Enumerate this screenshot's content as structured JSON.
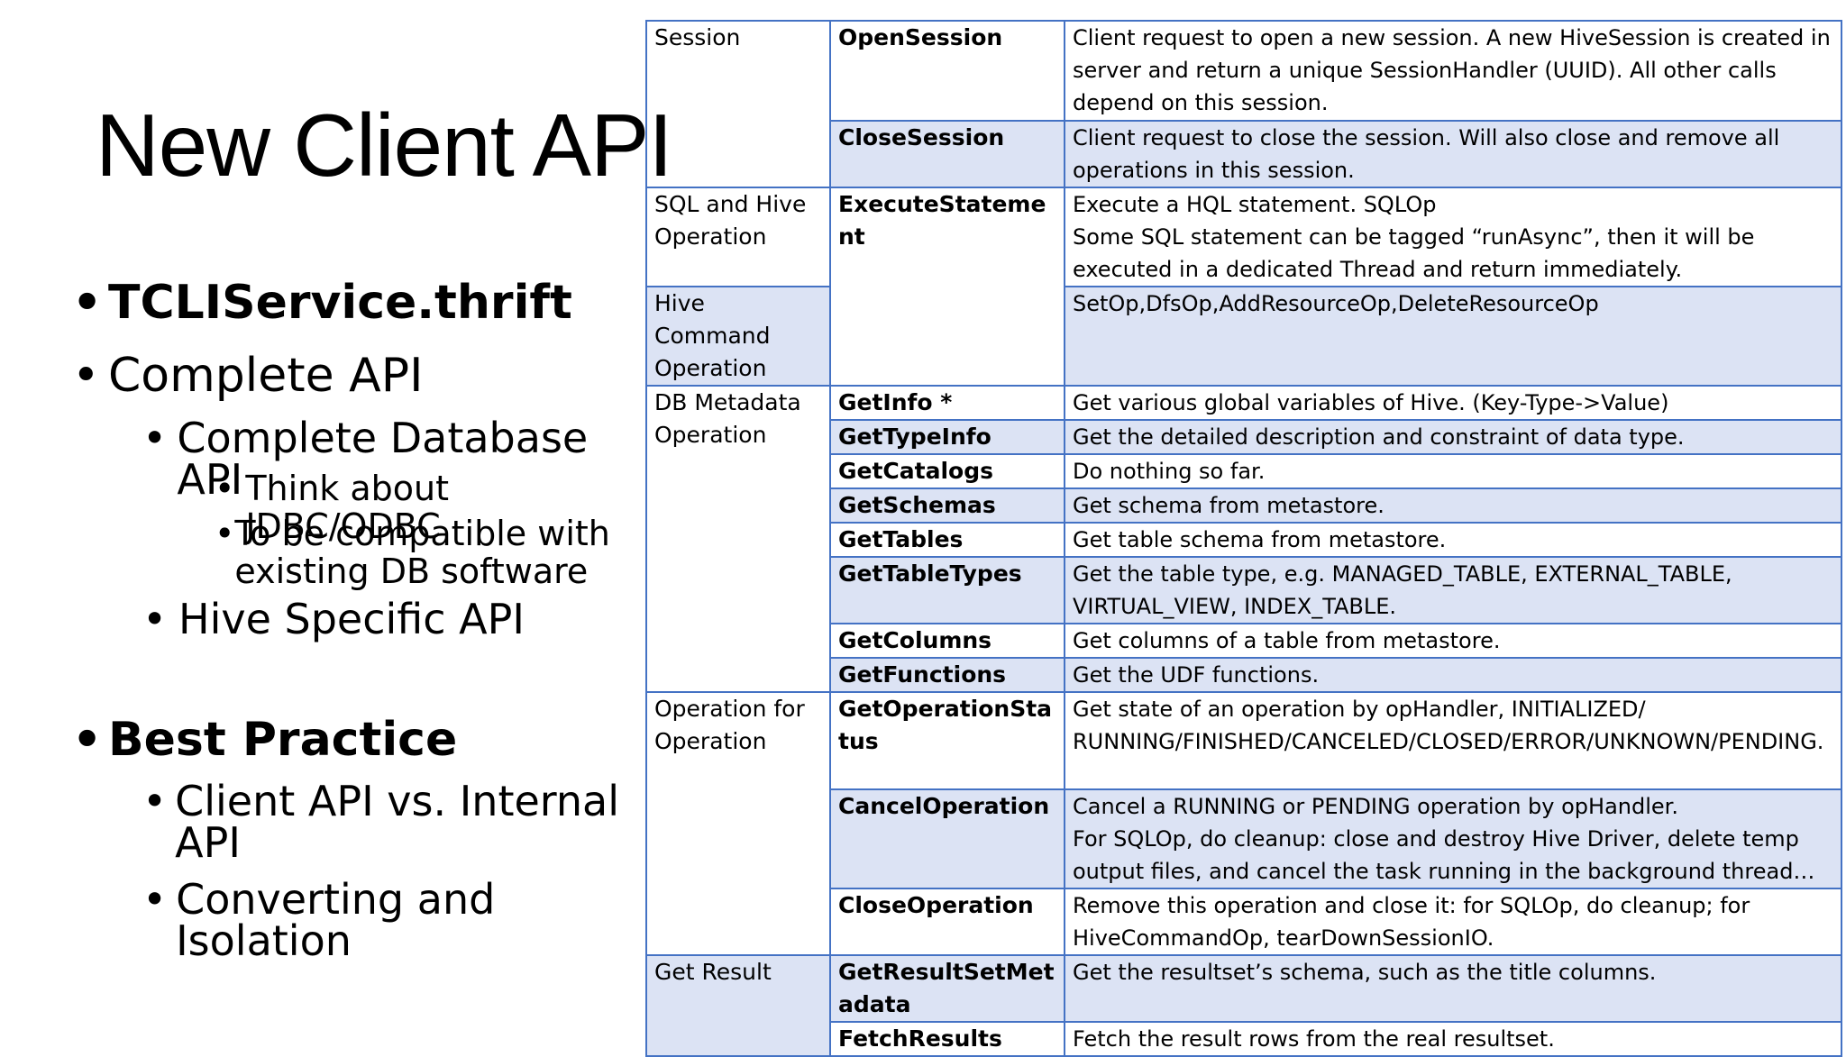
{
  "slide": {
    "title": "New Client API",
    "bullets": [
      {
        "bullet": "•",
        "text": "TCLIService.thrift"
      },
      {
        "bullet": "•",
        "text": "Complete API"
      },
      {
        "bullet": "•",
        "text": "Complete Database API"
      },
      {
        "bullet": "•",
        "text": "Think about JDBC/ODBC"
      },
      {
        "bullet": "•",
        "text": "To be compatible with existing DB software"
      },
      {
        "bullet": "•",
        "text": "Hive Specific API"
      },
      {
        "bullet": "•",
        "text": "Best Practice"
      },
      {
        "bullet": "•",
        "text": "Client API vs. Internal API"
      },
      {
        "bullet": "•",
        "text": "Converting and Isolation"
      }
    ]
  },
  "table": {
    "categories": {
      "session": "Session",
      "sql": "SQL and Hive Operation",
      "hivecmd": "Hive Command Operation",
      "metadata": "DB Metadata Operation",
      "opforop": "Operation for Operation",
      "result": "Get Result"
    },
    "rows": [
      {
        "op": "OpenSession",
        "desc": "Client request to open a new session. A new HiveSession is created in server and return a unique SessionHandler (UUID). All other calls depend on this session."
      },
      {
        "op": "CloseSession",
        "desc": "Client request to close the session. Will also close and remove all operations in this session."
      },
      {
        "op": "ExecuteStatement",
        "desc": "Execute a HQL statement. SQLOp\nSome SQL statement can be tagged “runAsync”, then it will be executed in a dedicated Thread and return immediately."
      },
      {
        "op": "",
        "desc": "SetOp,DfsOp,AddResourceOp,DeleteResourceOp"
      },
      {
        "op": "GetInfo *",
        "desc": "Get various global variables of Hive. (Key-Type->Value)"
      },
      {
        "op": "GetTypeInfo",
        "desc": "Get the detailed description and constraint of data type."
      },
      {
        "op": "GetCatalogs",
        "desc": "Do nothing so far."
      },
      {
        "op": "GetSchemas",
        "desc": "Get schema from metastore."
      },
      {
        "op": "GetTables",
        "desc": "Get table schema from metastore."
      },
      {
        "op": "GetTableTypes",
        "desc": "Get the table type, e.g. MANAGED_TABLE, EXTERNAL_TABLE, VIRTUAL_VIEW, INDEX_TABLE."
      },
      {
        "op": "GetColumns",
        "desc": "Get columns of a table from metastore."
      },
      {
        "op": "GetFunctions",
        "desc": "Get the UDF functions."
      },
      {
        "op": "GetOperationStatus",
        "desc": "Get state of an operation by opHandler, INITIALIZED/ RUNNING/FINISHED/CANCELED/CLOSED/ERROR/UNKNOWN/PENDING."
      },
      {
        "op": "CancelOperation",
        "desc": "Cancel a RUNNING or PENDING operation by opHandler.\nFor SQLOp, do cleanup: close and destroy Hive Driver, delete temp output files, and cancel the task running in the background thread…"
      },
      {
        "op": "CloseOperation",
        "desc": "Remove this operation and close it: for SQLOp, do cleanup; for HiveCommandOp, tearDownSessionIO."
      },
      {
        "op": "GetResultSetMetadata",
        "desc": "Get the resultset’s schema, such as the title columns."
      },
      {
        "op": "FetchResults",
        "desc": "Fetch the result rows from the real resultset."
      }
    ]
  }
}
